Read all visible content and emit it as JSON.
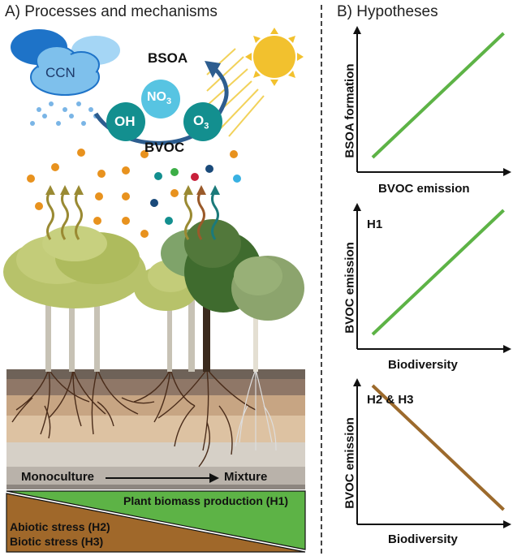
{
  "panel_a": {
    "title": "A) Processes and mechanisms",
    "cloud_label": "CCN",
    "bsoa_label": "BSOA",
    "bvoc_label": "BVOC",
    "molecules": {
      "oh": "OH",
      "no3": "NO",
      "no3_sub": "3",
      "o3": "O",
      "o3_sub": "3"
    },
    "gradient_left": "Monoculture",
    "gradient_right": "Mixture",
    "green_wedge_label": "Plant biomass production (H1)",
    "brown_wedge_label_1": "Abiotic stress (H2)",
    "brown_wedge_label_2": "Biotic stress (H3)"
  },
  "panel_b": {
    "title": "B) Hypotheses",
    "plot1": {
      "ylabel": "BSOA formation",
      "xlabel": "BVOC emission",
      "tag": ""
    },
    "plot2": {
      "ylabel": "BVOC emission",
      "xlabel": "Biodiversity",
      "tag": "H1"
    },
    "plot3": {
      "ylabel": "BVOC emission",
      "xlabel": "Biodiversity",
      "tag": "H2 & H3"
    }
  },
  "chart_data": [
    {
      "type": "line",
      "xlabel": "BVOC emission",
      "ylabel": "BSOA formation",
      "series": [
        {
          "x": [
            0.1,
            0.95
          ],
          "values": [
            0.1,
            0.95
          ],
          "color": "#5db346"
        }
      ]
    },
    {
      "type": "line",
      "xlabel": "Biodiversity",
      "ylabel": "BVOC emission",
      "series": [
        {
          "x": [
            0.1,
            0.95
          ],
          "values": [
            0.1,
            0.95
          ],
          "color": "#5db346"
        }
      ]
    },
    {
      "type": "line",
      "xlabel": "Biodiversity",
      "ylabel": "BVOC emission",
      "series": [
        {
          "x": [
            0.1,
            0.95
          ],
          "values": [
            0.95,
            0.1
          ],
          "color": "#9c6a2c"
        }
      ]
    }
  ],
  "colors": {
    "green": "#5db346",
    "brown": "#a0682a",
    "cloud_dark": "#1e73c8",
    "cloud_light": "#a5d6f5",
    "sun": "#f2c12e",
    "molecule_teal": "#138f8f",
    "molecule_light": "#57c4e2",
    "arrow_blue": "#2d5d8f"
  }
}
